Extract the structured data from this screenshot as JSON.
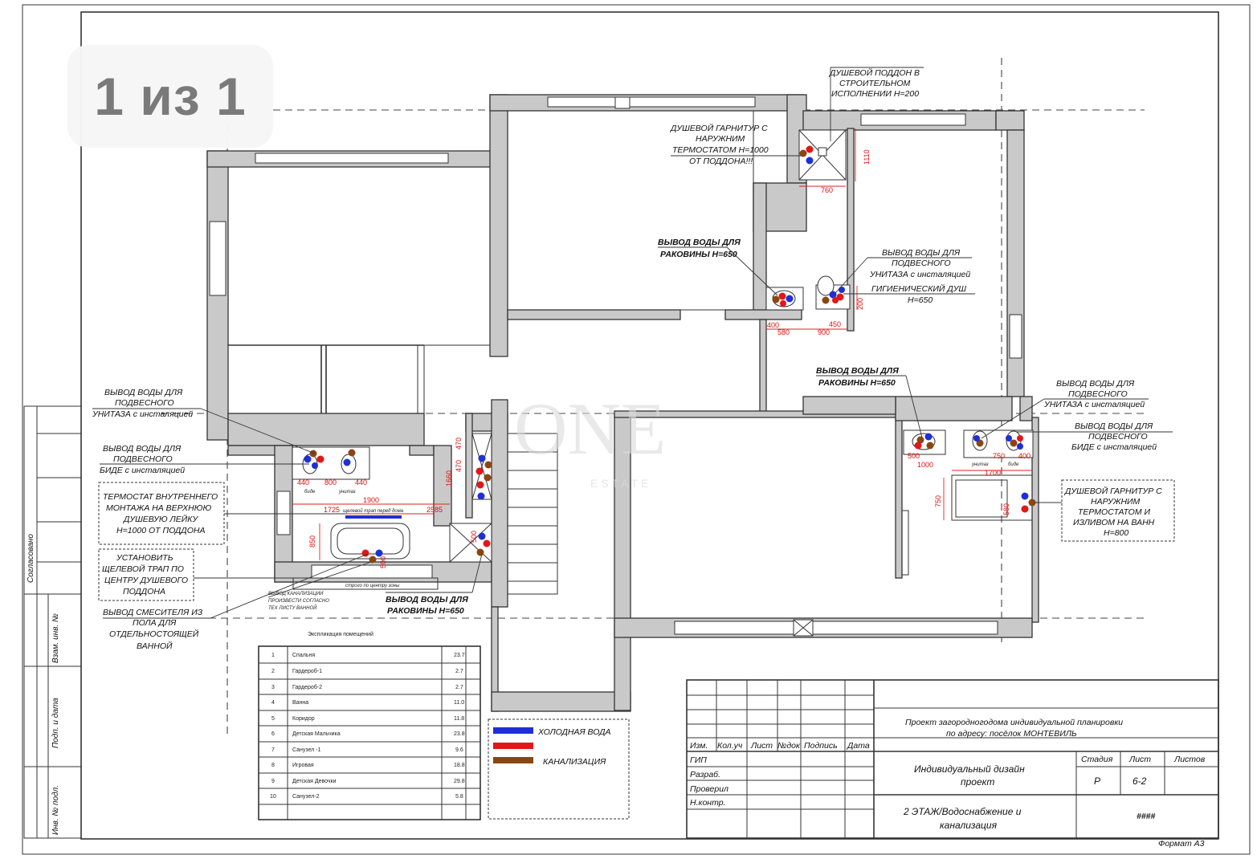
{
  "page_indicator": "1 из 1",
  "labels": {
    "shower_tray": [
      "ДУШЕВОЙ ПОДДОН В",
      "СТРОИТЕЛЬНОМ",
      "ИСПОЛНЕНИИ H=200"
    ],
    "shower_set_top": [
      "ДУШЕВОЙ ГАРНИТУР С",
      "НАРУЖНИМ",
      "ТЕРМОСТАТОМ H=1000",
      "ОТ ПОДДОНА!!!"
    ],
    "sink_upper": [
      "ВЫВОД ВОДЫ ДЛЯ",
      "РАКОВИНЫ H=650"
    ],
    "toilet_upper": [
      "ВЫВОД ВОДЫ ДЛЯ",
      "ПОДВЕСНОГО",
      "УНИТАЗА с инсталяцией"
    ],
    "hygienic_shower": [
      "ГИГИЕНИЧЕСКИЙ ДУШ",
      "H=650"
    ],
    "sink_mid": [
      "ВЫВОД ВОДЫ ДЛЯ",
      "РАКОВИНЫ H=650"
    ],
    "toilet_right": [
      "ВЫВОД ВОДЫ ДЛЯ",
      "ПОДВЕСНОГО",
      "УНИТАЗА с инсталяцией"
    ],
    "bidet_right": [
      "ВЫВОД ВОДЫ ДЛЯ",
      "ПОДВЕСНОГО",
      "БИДЕ с инсталяцией"
    ],
    "shower_set_right": [
      "ДУШЕВОЙ ГАРНИТУР С",
      "НАРУЖНИМ",
      "ТЕРМОСТАТОМ И",
      "ИЗЛИВОМ НА ВАНН",
      "H=800"
    ],
    "toilet_left": [
      "ВЫВОД ВОДЫ ДЛЯ",
      "ПОДВЕСНОГО",
      "УНИТАЗА с инсталяцией"
    ],
    "bidet_left": [
      "ВЫВОД ВОДЫ ДЛЯ",
      "ПОДВЕСНОГО",
      "БИДЕ с инсталяцией"
    ],
    "thermostat": [
      "ТЕРМОСТАТ ВНУТРЕННЕГО",
      "МОНТАЖА НА ВЕРХНЮЮ",
      "ДУШЕВУЮ ЛЕЙКУ",
      "H=1000 ОТ ПОДДОНА"
    ],
    "drain": [
      "УСТАНОВИТЬ",
      "ЩЕЛЕВОЙ ТРАП ПО",
      "ЦЕНТРУ ДУШЕВОГО",
      "ПОДДОНА"
    ],
    "mixer": [
      "ВЫВОД СМЕСИТЕЛЯ ИЗ",
      "ПОЛА ДЛЯ",
      "ОТДЕЛЬНОСТОЯЩЕЙ",
      "ВАННОЙ"
    ],
    "sewer_note": [
      "ВЫВОД КАНАЛИЗАЦИИ",
      "ПРОИЗВЕСТИ СОГЛАСНО",
      "ТЕХ ЛИСТУ ВАННОЙ"
    ],
    "sink_lower": [
      "ВЫВОД ВОДЫ ДЛЯ",
      "РАКОВИНЫ H=650"
    ],
    "slot_drain_line": "щелевой трап перед дома",
    "drain_center": "строго по центру зоны",
    "bidet_word": "биде",
    "toilet_word": "унитаз"
  },
  "dimensions": {
    "d760": "760",
    "d1110": "1110",
    "d400": "400",
    "d900": "900",
    "d450": "450",
    "d200": "200",
    "d580": "580",
    "d440a": "440",
    "d800": "800",
    "d440b": "440",
    "d1900": "1900",
    "d1725": "1725",
    "d2585": "2585",
    "d850": "850",
    "d470a": "470",
    "d470b": "470",
    "d1660": "1660",
    "d500a": "500",
    "d500b": "500",
    "d500r": "500",
    "d1000": "1000",
    "d750": "750",
    "d400r": "400",
    "d1700": "1700",
    "d750v": "750",
    "d580r": "580"
  },
  "explication": {
    "title": "Экспликация помещений",
    "rows": [
      {
        "n": "1",
        "name": "Спальня",
        "area": "23.7"
      },
      {
        "n": "2",
        "name": "Гардероб-1",
        "area": "2.7"
      },
      {
        "n": "3",
        "name": "Гардероб-2",
        "area": "2.7"
      },
      {
        "n": "4",
        "name": "Ванна",
        "area": "11.0"
      },
      {
        "n": "5",
        "name": "Коридор",
        "area": "11.8"
      },
      {
        "n": "6",
        "name": "Детская Мальчика",
        "area": "23.8"
      },
      {
        "n": "7",
        "name": "Санузел -1",
        "area": "9.6"
      },
      {
        "n": "8",
        "name": "Игровая",
        "area": "18.8"
      },
      {
        "n": "9",
        "name": "Детская Девочки",
        "area": "29.8"
      },
      {
        "n": "10",
        "name": "Санузел-2",
        "area": "5.8"
      }
    ]
  },
  "legend": {
    "items": [
      {
        "label": "ХОЛОДНАЯ ВОДА",
        "color": "#1e2fd6"
      },
      {
        "label": "",
        "color": "#e11818"
      },
      {
        "label": "КАНАЛИЗАЦИЯ",
        "color": "#8b4513"
      }
    ]
  },
  "title_block": {
    "project": [
      "Проект загородногодома индивидуальной планировки",
      "по адресу: посёлок МОНТЕВИЛЬ"
    ],
    "header_cols": [
      "Изм.",
      "Кол.уч",
      "Лист",
      "№док",
      "Подпись",
      "Дата"
    ],
    "roles": [
      "ГИП",
      "Разраб.",
      "Проверил",
      "Н.контр."
    ],
    "design": [
      "Индивидуальный дизайн",
      "проект"
    ],
    "stage_label": "Стадия",
    "sheet_label": "Лист",
    "sheets_label": "Листов",
    "stage": "Р",
    "sheet": "6-2",
    "sheet_title": [
      "2 ЭТАЖ/Водоснабжение и",
      "канализация"
    ],
    "org": "####",
    "format": "Формат А3"
  },
  "side_stamp": {
    "agreed": "Согласовано",
    "labels": [
      "Взам. инв. №",
      "Подп. и дата",
      "Инв. № подл."
    ]
  },
  "watermark": {
    "main": "ONE",
    "sub": "ESTATE"
  }
}
